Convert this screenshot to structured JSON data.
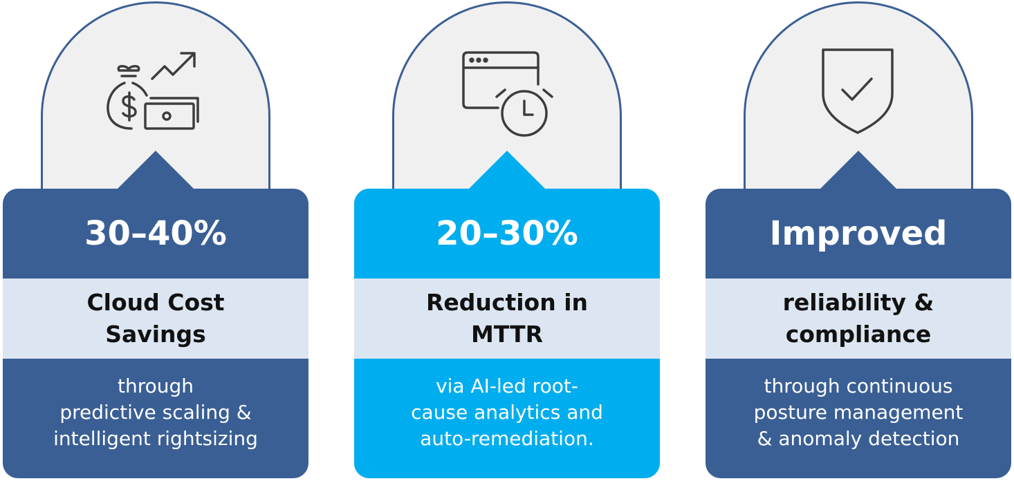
{
  "colors": {
    "dark_blue": "#3a5f94",
    "bright_blue": "#00adee",
    "band": "#dce6f2",
    "arch": "#f0f0f1",
    "icon_stroke": "#3d3d3d"
  },
  "cards": [
    {
      "icon": "money-bag-growth-icon",
      "metric": "30–40%",
      "label": "Cloud Cost\nSavings",
      "description": "through\npredictive scaling &\nintelligent rightsizing"
    },
    {
      "icon": "browser-clock-icon",
      "metric": "20–30%",
      "label": "Reduction in\nMTTR",
      "description": "via AI-led root-\ncause analytics and\nauto-remediation."
    },
    {
      "icon": "shield-check-icon",
      "metric": "Improved",
      "label": "reliability &\ncompliance",
      "description": "through continuous\nposture management\n& anomaly detection"
    }
  ]
}
